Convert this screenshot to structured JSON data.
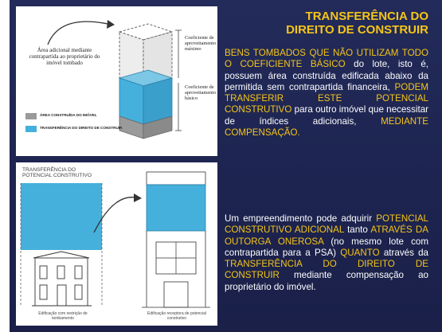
{
  "colors": {
    "panel_background": "#1d2450",
    "highlight": "#f5c518",
    "body_text": "#ffffff",
    "constructed_area": "#9a9a9a",
    "transfer_area": "#45b0dc"
  },
  "heading": {
    "line1": "TRANSFERÊNCIA DO",
    "line2": "DIREITO DE CONSTRUIR"
  },
  "paragraph1": [
    {
      "text": "BENS TOMBADOS QUE NÃO UTILIZAM TODO O COEFICIENTE BÁSICO",
      "highlight": true
    },
    {
      "text": " do lote, isto é, possuem área construída edificada abaixo da permitida sem contrapartida financeira, ",
      "highlight": false
    },
    {
      "text": "PODEM TRANSFERIR ESTE POTENCIAL CONSTRUTIVO",
      "highlight": true
    },
    {
      "text": " para outro imóvel que necessitar de índices adicionais, ",
      "highlight": false
    },
    {
      "text": "MEDIANTE COMPENSAÇÃO.",
      "highlight": true
    }
  ],
  "paragraph2": [
    {
      "text": "Um empreendimento pode adquirir ",
      "highlight": false
    },
    {
      "text": "POTENCIAL CONSTRUTIVO ADICIONAL",
      "highlight": true
    },
    {
      "text": " tanto ",
      "highlight": false
    },
    {
      "text": "ATRAVÉS DA OUTORGA ONEROSA",
      "highlight": true
    },
    {
      "text": " (no mesmo lote com contrapartida para a PSA) ",
      "highlight": false
    },
    {
      "text": "QUANTO",
      "highlight": true
    },
    {
      "text": " através da ",
      "highlight": false
    },
    {
      "text": "TRANSFERÊNCIA DO DIREITO DE CONSTRUIR",
      "highlight": true
    },
    {
      "text": " mediante compensação ao proprietário do imóvel.",
      "highlight": false
    }
  ],
  "figure_top": {
    "area_label": "Área adicional mediante contrapartida ao proprietário do imóvel tombado",
    "coef_max": "Coeficiente de aproveitamento máximo",
    "coef_basic": "Coeficiente de aproveitamento básico",
    "legend": [
      {
        "label": "ÁREA CONSTRUÍDA DO IMÓVEL",
        "color": "#9a9a9a"
      },
      {
        "label": "TRANSFERÊNCIA DO DIREITO DE CONSTRUIR",
        "color": "#45b0dc"
      }
    ]
  },
  "figure_bottom": {
    "title": "TRANSFERÊNCIA DO POTENCIAL CONSTRUTIVO",
    "caption_left": "Edificação com restrição de tombamento",
    "caption_right": "Edificação receptora de potencial construtivo"
  }
}
